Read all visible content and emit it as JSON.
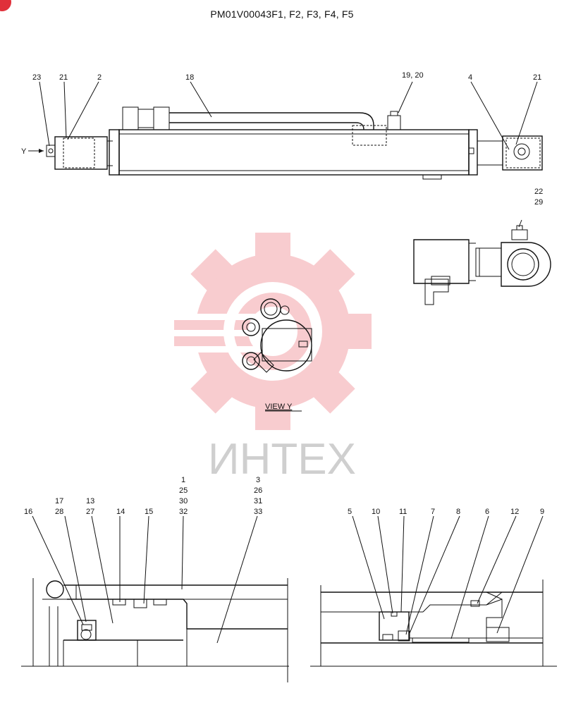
{
  "title": "PM01V00043F1, F2, F3, F4, F5",
  "view_label": "VIEW  Y",
  "view_arrow_label": "Y",
  "watermark_text": "ИНТЕХ",
  "colors": {
    "line": "#111111",
    "watermark": "#f3a3a8",
    "badge": "#e0303a"
  },
  "top_labels": [
    "23",
    "21",
    "2",
    "18",
    "19, 20",
    "4",
    "21"
  ],
  "detail_labels": [
    "22",
    "29"
  ],
  "bottom_left_labels": {
    "c16": "16",
    "c17": [
      "17",
      "28"
    ],
    "c13": [
      "13",
      "27"
    ],
    "c14": "14",
    "c15": "15",
    "c1": [
      "1",
      "25",
      "30",
      "32"
    ],
    "c3": [
      "3",
      "26",
      "31",
      "33"
    ]
  },
  "bottom_right_labels": [
    "5",
    "10",
    "11",
    "7",
    "8",
    "6",
    "12",
    "9"
  ]
}
